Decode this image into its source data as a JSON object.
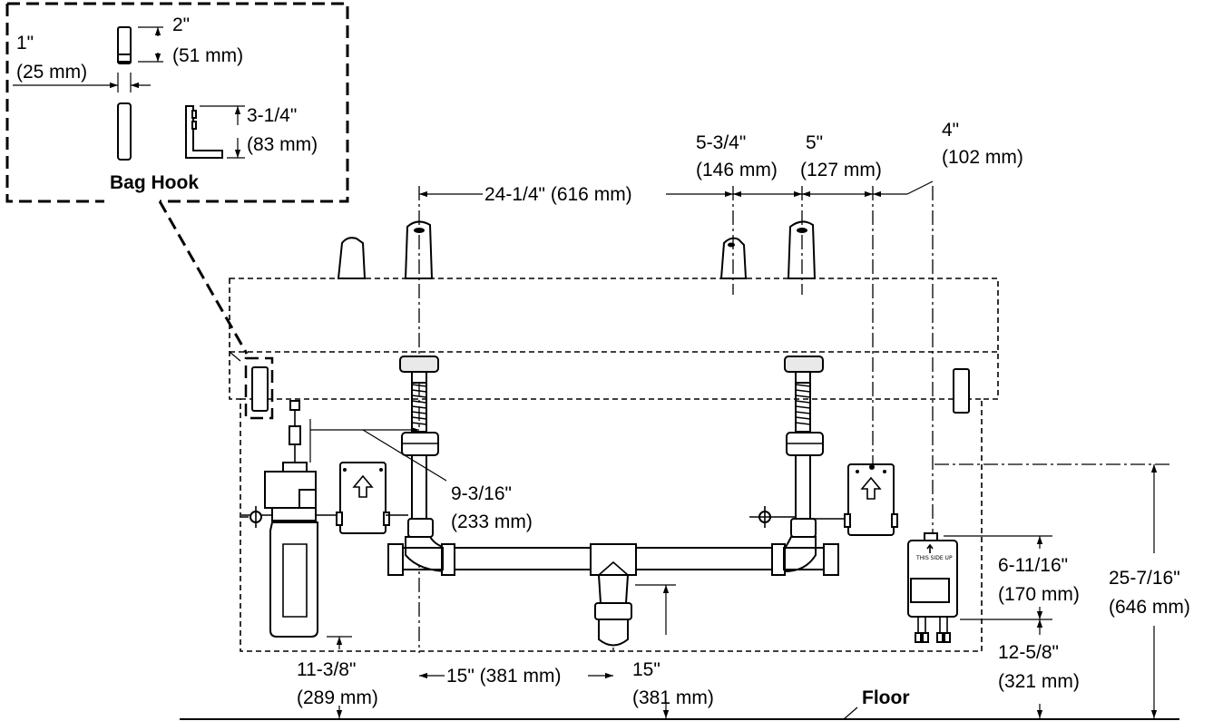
{
  "labels": {
    "bag_hook_title": "Bag Hook",
    "hook_width_in": "1\"",
    "hook_width_mm": "(25 mm)",
    "hook_top_in": "2\"",
    "hook_top_mm": "(51 mm)",
    "hook_height_in": "3-1/4\"",
    "hook_height_mm": "(83 mm)",
    "spout_spacing": "24-1/4\" (616 mm)",
    "dim_a_in": "5-3/4\"",
    "dim_a_mm": "(146 mm)",
    "dim_b_in": "5\"",
    "dim_b_mm": "(127 mm)",
    "dim_c_in": "4\"",
    "dim_c_mm": "(102 mm)",
    "dim_d_in": "9-3/16\"",
    "dim_d_mm": "(233 mm)",
    "dim_e_in": "6-11/16\"",
    "dim_e_mm": "(170 mm)",
    "dim_f_in": "25-7/16\"",
    "dim_f_mm": "(646 mm)",
    "dim_g_in": "12-5/8\"",
    "dim_g_mm": "(321 mm)",
    "dim_h_in": "15\"",
    "dim_h_mm": "(381 mm)",
    "dim_i": "15\" (381 mm)",
    "dim_j_in": "11-3/8\"",
    "dim_j_mm": "(289 mm)",
    "floor": "Floor",
    "box_label": "THIS SIDE UP"
  }
}
